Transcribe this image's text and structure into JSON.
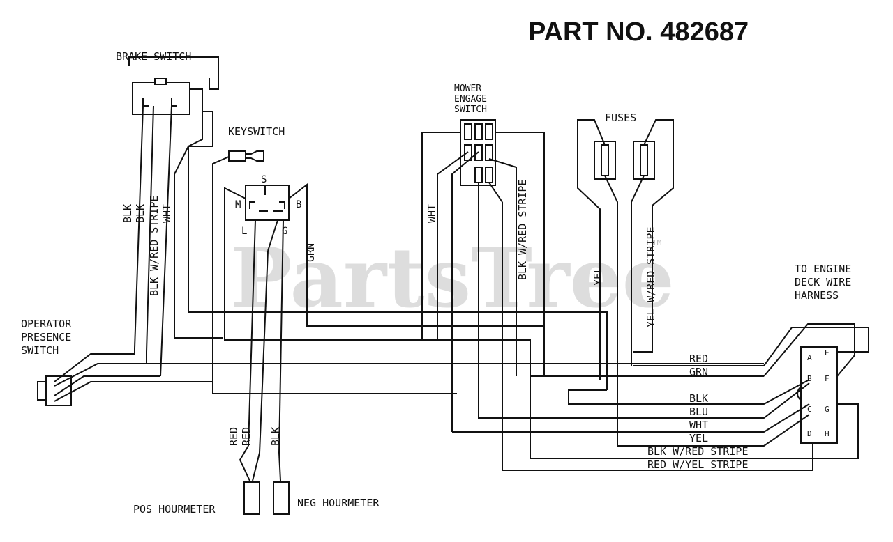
{
  "title": "PART NO. 482687",
  "watermark": "PartsTree",
  "watermark_tm": "TM",
  "components": {
    "brake_switch": "BRAKE SWITCH",
    "keyswitch": "KEYSWITCH",
    "mower_engage_1": "MOWER",
    "mower_engage_2": "ENGAGE",
    "mower_engage_3": "SWITCH",
    "fuses": "FUSES",
    "operator_1": "OPERATOR",
    "operator_2": "PRESENCE",
    "operator_3": "SWITCH",
    "harness_1": "TO ENGINE",
    "harness_2": "DECK WIRE",
    "harness_3": "HARNESS",
    "pos_hourmeter": "POS HOURMETER",
    "neg_hourmeter": "NEG HOURMETER"
  },
  "keyswitch_terminals": {
    "s": "S",
    "m": "M",
    "b": "B",
    "l": "L",
    "g": "G"
  },
  "harness_pins": [
    "A",
    "B",
    "C",
    "D",
    "E",
    "F",
    "G",
    "H"
  ],
  "vertical_wire_labels": {
    "blk1": "BLK",
    "blk2": "BLK",
    "blk_red": "BLK W/RED STRIPE",
    "wht_brake": "WHT",
    "grn": "GRN",
    "wht_mower": "WHT",
    "blk_red_mower": "BLK W/RED STRIPE",
    "yel": "YEL",
    "yel_red": "YEL W/RED STRIPE",
    "red1": "RED",
    "red2": "RED",
    "blk_hour": "BLK"
  },
  "harness_wire_labels": {
    "red": "RED",
    "grn": "GRN",
    "blk": "BLK",
    "blu": "BLU",
    "wht": "WHT",
    "yel": "YEL",
    "blk_red": "BLK W/RED STRIPE",
    "red_yel": "RED W/YEL STRIPE"
  }
}
